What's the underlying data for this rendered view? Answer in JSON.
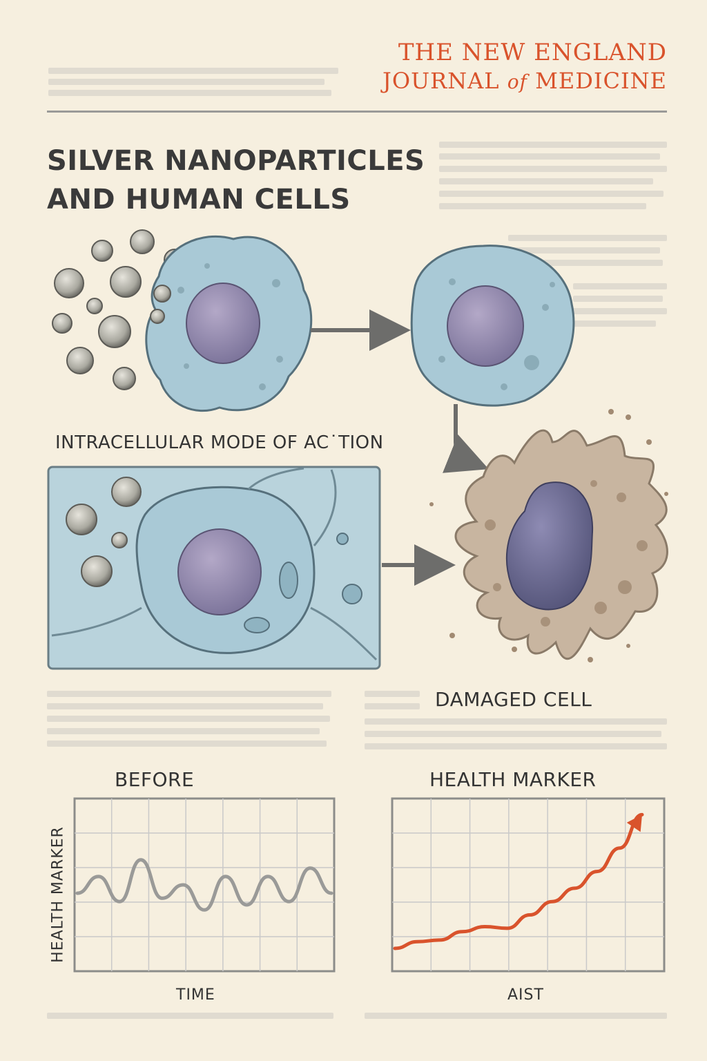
{
  "masthead": {
    "line1": "THE NEW ENGLAND",
    "line2_a": "JOURNAL ",
    "line2_of": "of",
    "line2_b": " MEDICINE"
  },
  "title_line1": "SILVER NANOPARTICLES",
  "title_line2": "AND HUMAN CELLS",
  "labels": {
    "intracellular": "INTRACELLULAR MODE OF AC˙TION",
    "damaged": "DAMAGED CELL"
  },
  "colors": {
    "accent": "#d9532c",
    "cell_blue": "#a9c9d6",
    "nucleus": "#8e86a8",
    "damaged_cell": "#c8b5a0",
    "grid": "#c9c9c9"
  },
  "chart_data": [
    {
      "type": "line",
      "title": "BEFORE",
      "xlabel": "TIME",
      "ylabel": "HEALTH MARKER",
      "grid": true,
      "series": [
        {
          "color": "#9a9a98",
          "values": [
            0.45,
            0.55,
            0.4,
            0.65,
            0.42,
            0.5,
            0.35,
            0.55,
            0.38,
            0.55,
            0.4,
            0.6,
            0.45
          ]
        }
      ]
    },
    {
      "type": "line",
      "title": "HEALTH MARKER",
      "xlabel": "AIST",
      "grid": true,
      "series": [
        {
          "color": "#d9532c",
          "values": [
            0.12,
            0.16,
            0.17,
            0.22,
            0.25,
            0.24,
            0.32,
            0.4,
            0.48,
            0.58,
            0.72,
            0.92
          ]
        }
      ]
    }
  ]
}
